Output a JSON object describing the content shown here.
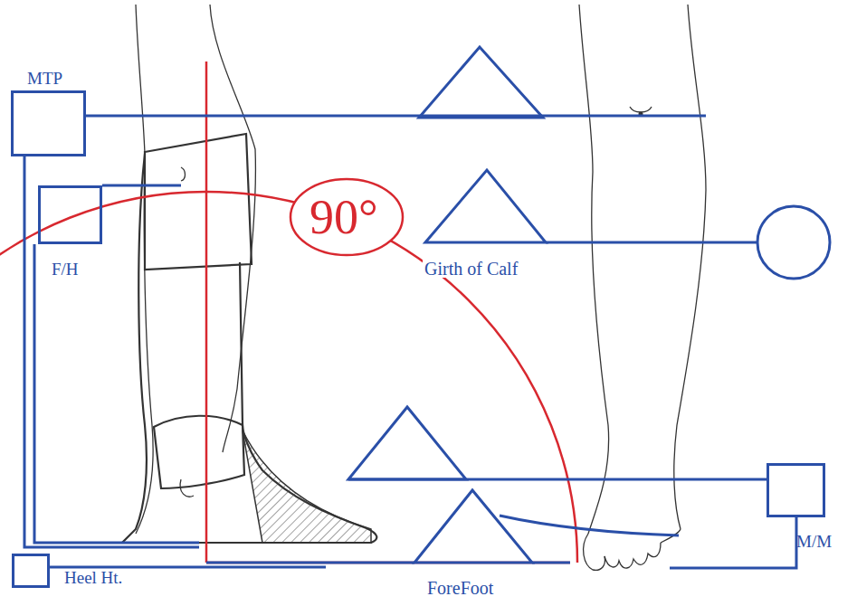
{
  "diagram": {
    "nodes": [
      {
        "text": [
          "MTP"
        ]
      },
      {
        "text": [
          "F/H"
        ]
      },
      {
        "text": [
          "90°"
        ]
      },
      {
        "text": [
          "M/M"
        ]
      },
      {
        "text": [
          "Heel Ht."
        ]
      }
    ],
    "labels": [
      "Girth of Calf",
      "ForeFoot"
    ]
  }
}
